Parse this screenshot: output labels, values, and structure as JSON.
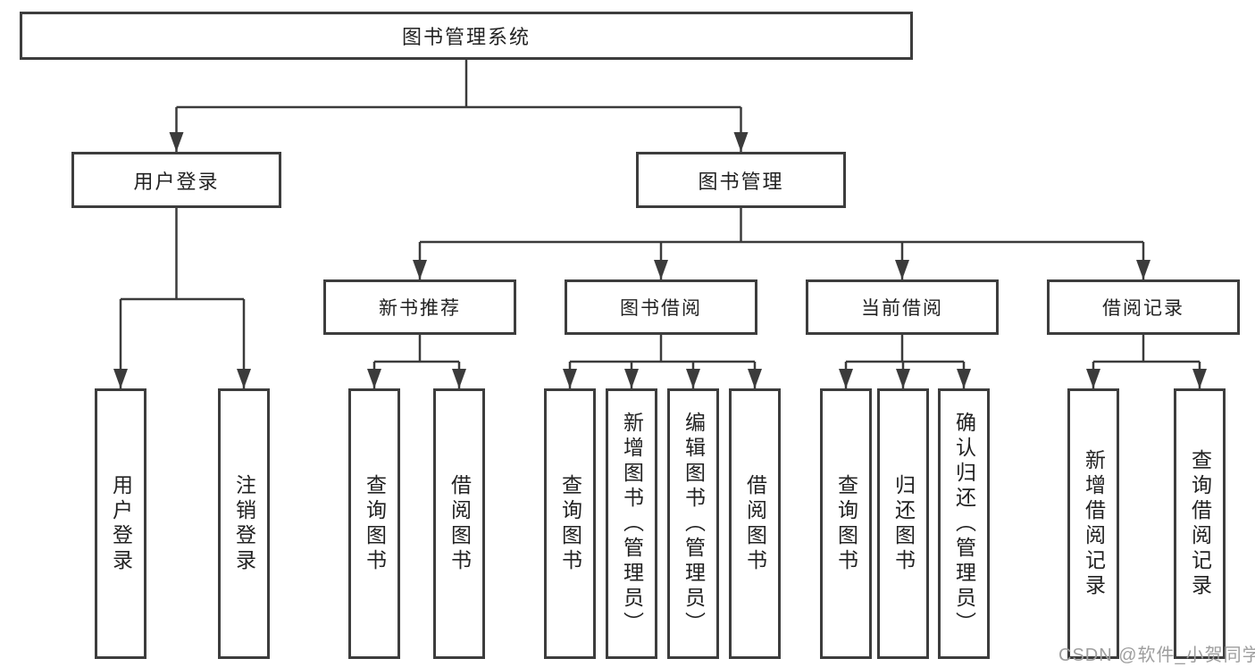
{
  "diagram_type": "hierarchy-tree",
  "nodes": {
    "root": "图书管理系统",
    "level2": [
      "用户登录",
      "图书管理"
    ],
    "level3": [
      "新书推荐",
      "图书借阅",
      "当前借阅",
      "借阅记录"
    ],
    "leaves": [
      "用户登录",
      "注销登录",
      "查询图书",
      "借阅图书",
      "查询图书",
      "新增图书（管理员）",
      "编辑图书（管理员）",
      "借阅图书",
      "查询图书",
      "归还图书",
      "确认归还（管理员）",
      "新增借阅记录",
      "查询借阅记录"
    ]
  },
  "hierarchy": {
    "图书管理系统": [
      "用户登录",
      "图书管理"
    ],
    "用户登录": [
      "用户登录",
      "注销登录"
    ],
    "图书管理": [
      "新书推荐",
      "图书借阅",
      "当前借阅",
      "借阅记录"
    ],
    "新书推荐": [
      "查询图书",
      "借阅图书"
    ],
    "图书借阅": [
      "查询图书",
      "新增图书（管理员）",
      "编辑图书（管理员）",
      "借阅图书"
    ],
    "当前借阅": [
      "查询图书",
      "归还图书",
      "确认归还（管理员）"
    ],
    "借阅记录": [
      "新增借阅记录",
      "查询借阅记录"
    ]
  },
  "watermark": "CSDN @软件_小贺同学",
  "colors": {
    "line": "#3b3b3b",
    "box_border": "#3d3d3d",
    "text": "#222222",
    "watermark": "#9e9e9e",
    "background": "#ffffff"
  }
}
